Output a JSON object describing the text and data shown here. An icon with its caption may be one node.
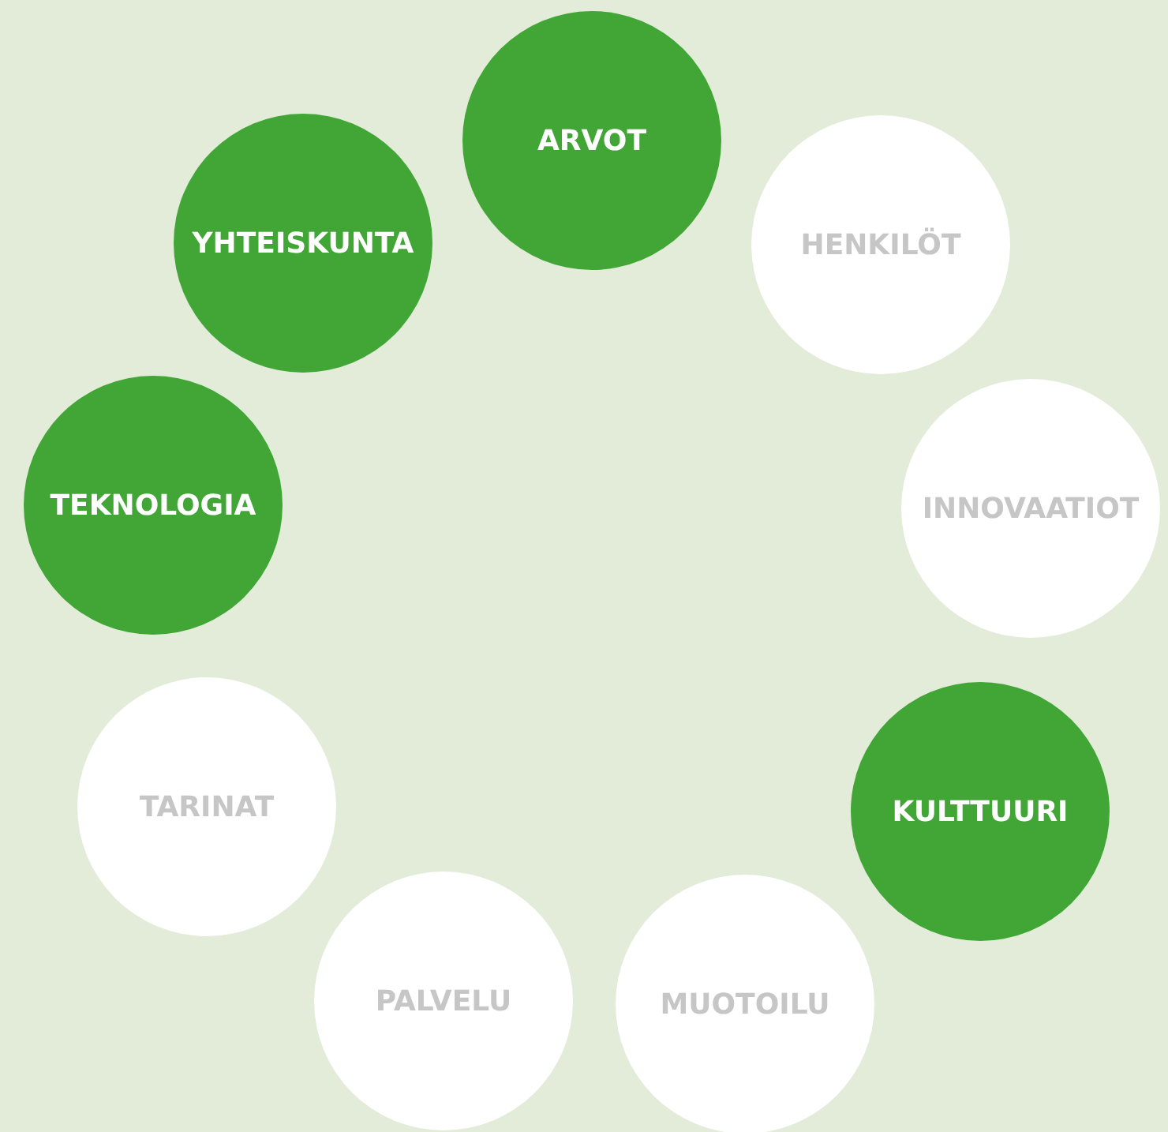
{
  "diagram": {
    "nodes": [
      {
        "text": [
          "ARVOT"
        ]
      },
      {
        "text": [
          "HENKILÖT"
        ]
      },
      {
        "text": [
          "INNOVAATIOT"
        ]
      },
      {
        "text": [
          "KULTTUURI"
        ]
      },
      {
        "text": [
          "MUOTOILU"
        ]
      },
      {
        "text": [
          "PALVELU"
        ]
      },
      {
        "text": [
          "TARINAT"
        ]
      },
      {
        "text": [
          "TEKNOLOGIA"
        ]
      },
      {
        "text": [
          "YHTEISKUNTA"
        ]
      }
    ]
  }
}
